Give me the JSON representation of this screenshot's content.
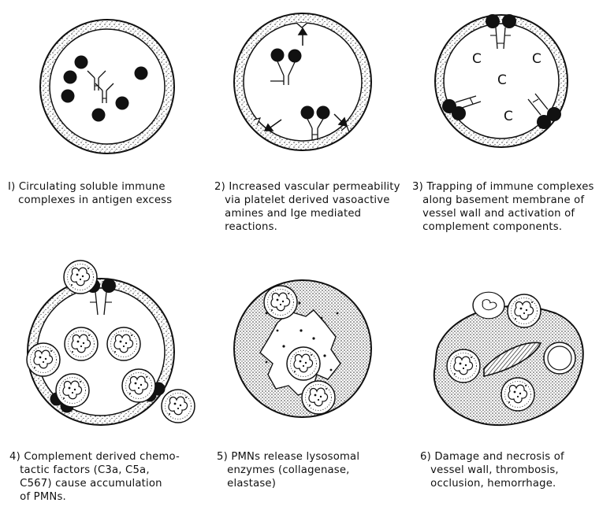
{
  "panels": [
    {
      "caption": "I) Circulating soluble immune\n   complexes in antigen excess"
    },
    {
      "caption": "2) Increased vascular permeability\n   via platelet derived vasoactive\n   amines and Ige mediated\n   reactions."
    },
    {
      "caption": "3) Trapping of immune complexes\n   along basement membrane of\n   vessel wall and activation of\n   complement components."
    },
    {
      "caption": "4) Complement derived chemo-\n   tactic factors (C3a, C5a,\n   C567) cause accumulation\n   of PMNs."
    },
    {
      "caption": "5) PMNs release lysosomal\n   enzymes (collagenase,\n   elastase)"
    },
    {
      "caption": "6) Damage and necrosis of\n   vessel wall, thrombosis,\n   occlusion, hemorrhage."
    }
  ],
  "complement_label": "C"
}
